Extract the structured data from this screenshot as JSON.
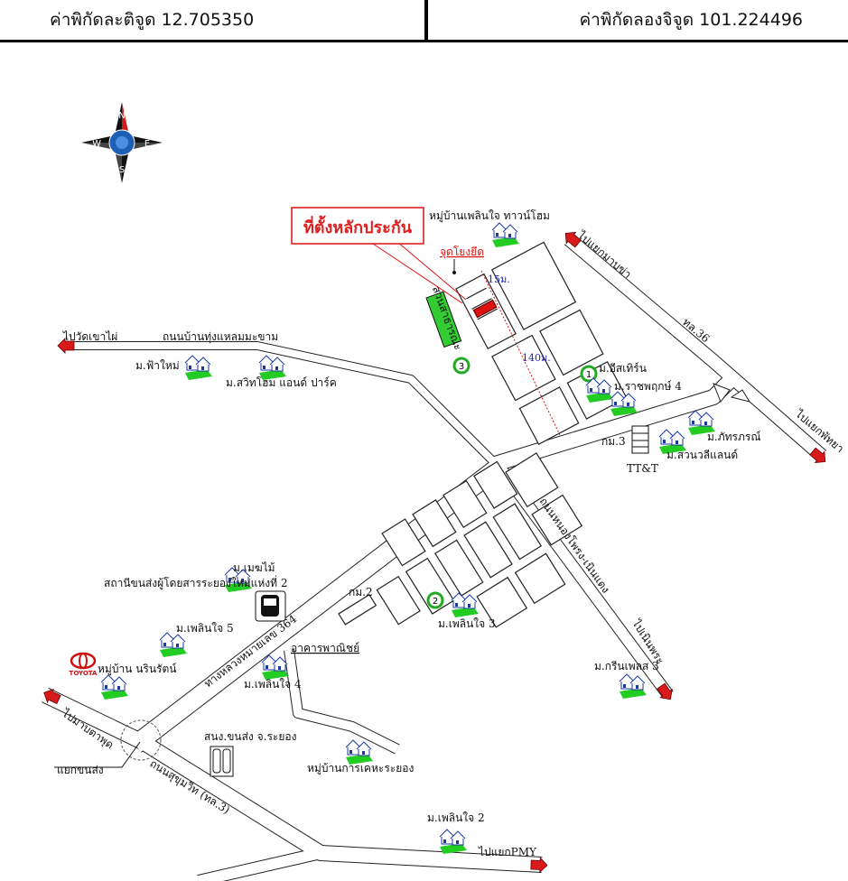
{
  "header": {
    "latitude_label": "ค่าพิกัดละติจูด 12.705350",
    "longitude_label": "ค่าพิกัดลองจิจูด 101.224496"
  },
  "compass": {
    "n": "N",
    "s": "S",
    "e": "E",
    "w": "W"
  },
  "callout": {
    "title": "ที่ตั้งหลักประกัน",
    "color": "#e02020"
  },
  "site": {
    "reference_point": "จุดโยงยึด",
    "dist_short": "15ม.",
    "dist_long": "140ม.",
    "park": "สวนสาธารณะ"
  },
  "markers": [
    "1",
    "2",
    "3"
  ],
  "roads": {
    "thung_laem": "ถนนบ้านทุ่งแหลมมะขาม",
    "to_wat_khao_mai": "ไปวัดเขาไผ่",
    "to_map_kha": "ไปแยกมาบข่า",
    "route36": "ทล.36",
    "to_pattaya": "ไปแยกพัทยา",
    "nong_phrong": "ถนนหนองโพรง-เนินแดง",
    "to_noen_phra": "ไปเนินพระ",
    "hwy364": "ทางหลวงหมายเลข 364",
    "sukhumvit": "ถนนสุขุมวิท (ทล.3)",
    "to_map_ta_phut": "ไปมาบตาพุด",
    "khon_song_junction": "แยกขนส่ง",
    "to_pmy": "ไปแยกPMY",
    "km2": "กม.2",
    "km3": "กม.3"
  },
  "places": {
    "plernjai_townhome": "หมู่บ้านเพลินใจ ทาวน์โฮม",
    "fa_mai": "ม.ฟ้าใหม่",
    "swift_home": "ม.สวิทโฮม แอนด์ ปาร์ค",
    "eastern": "ม.อีสเทิร์น",
    "ratchaphruek4": "ม.ราชพฤกษ์ 4",
    "phattharaphon": "ม.ภัทรภรณ์",
    "suanwilly": "ม.สวนวลีแลนด์",
    "ttt": "TT&T",
    "mekmai": "ม.เมฆไม้",
    "bus_station": "สถานีขนส่งผู้โดยสารระยองใหม่แห่งที่ 2",
    "plernjai5": "ม.เพลินใจ 5",
    "plernjai4": "ม.เพลินใจ 4",
    "plernjai3": "ม.เพลินใจ 3",
    "commercial": "อาคารพาณิชย์",
    "narinrat": "หมู่บ้าน นรินรัตน์",
    "toyota": "TOYOTA",
    "green_place3": "ม.กรีนเพลส 3",
    "transport_office": "สนง.ขนส่ง จ.ระยอง",
    "kheha": "หมู่บ้านการเคหะระยอง",
    "plernjai2": "ม.เพลินใจ 2"
  }
}
